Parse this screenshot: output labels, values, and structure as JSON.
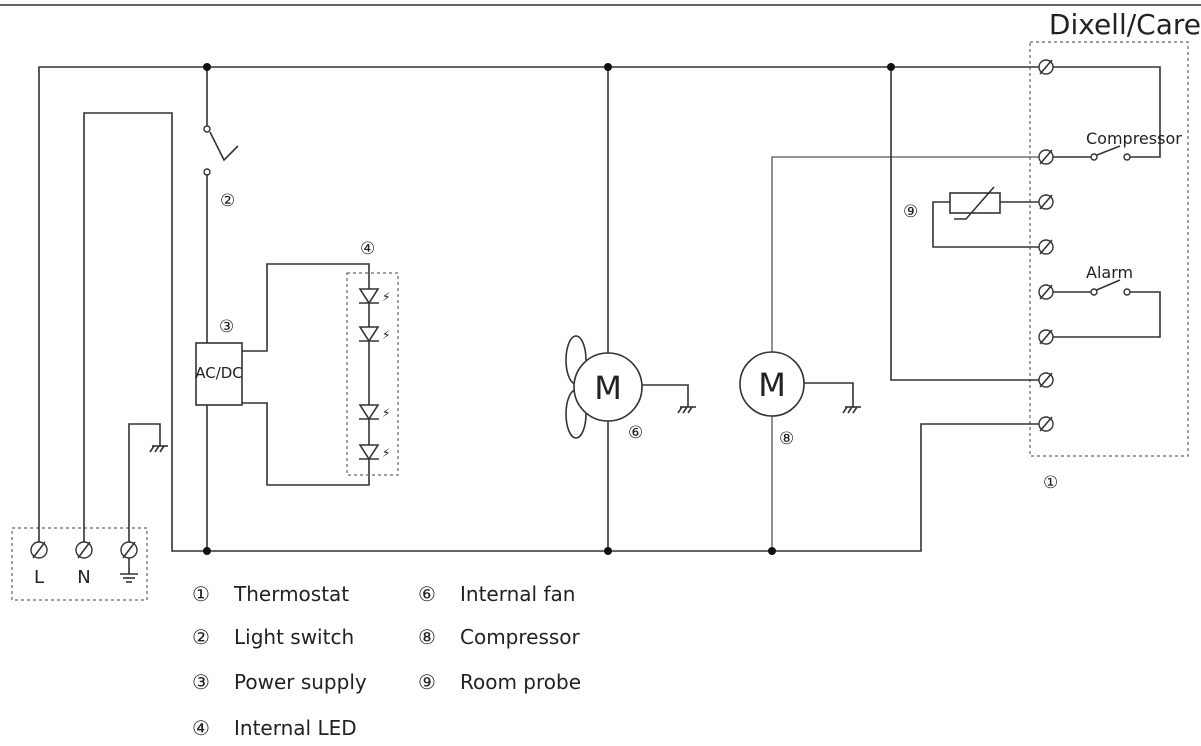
{
  "brand_label": "Dixell/Care",
  "terminals": {
    "l": "L",
    "n": "N"
  },
  "components": {
    "compressor_contact": "Compressor",
    "alarm_contact": "Alarm",
    "power_supply_label": "AC/DC",
    "fan_motor": "M",
    "compressor_motor": "M"
  },
  "markers": {
    "thermostat": "①",
    "light_switch": "②",
    "power_supply": "③",
    "internal_led": "④",
    "internal_fan": "⑥",
    "compressor": "⑧",
    "room_probe": "⑨"
  },
  "legend": [
    {
      "num": "①",
      "label": "Thermostat"
    },
    {
      "num": "②",
      "label": "Light switch"
    },
    {
      "num": "③",
      "label": "Power supply"
    },
    {
      "num": "④",
      "label": "Internal LED"
    },
    {
      "num": "⑥",
      "label": "Internal fan"
    },
    {
      "num": "⑧",
      "label": "Compressor"
    },
    {
      "num": "⑨",
      "label": "Room probe"
    }
  ],
  "colors": {
    "line": "#333333",
    "dashed_box": "#666666",
    "background": "#ffffff"
  }
}
